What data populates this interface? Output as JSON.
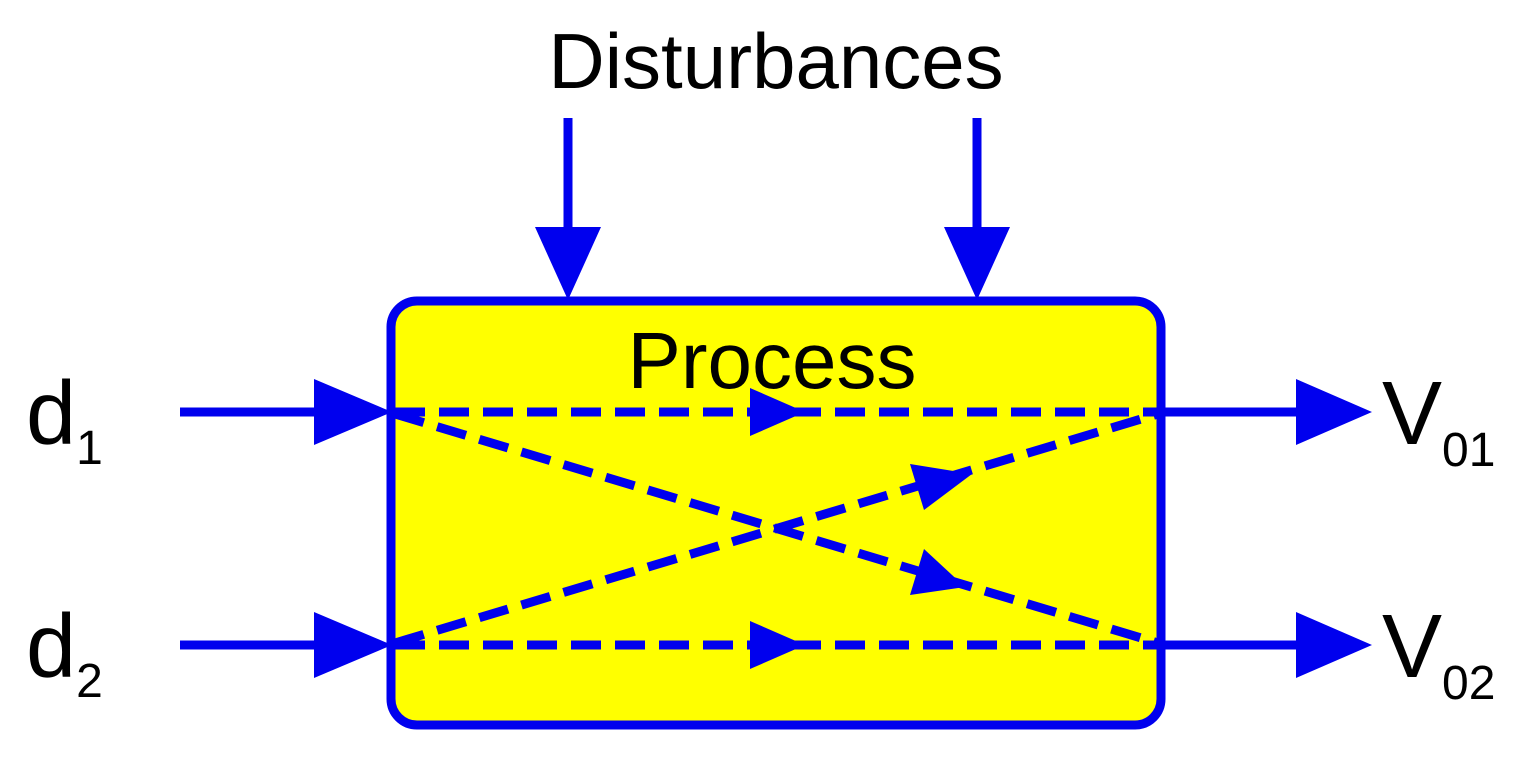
{
  "title": "Disturbances",
  "process": {
    "label": "Process"
  },
  "inputs": [
    {
      "base": "d",
      "sub": "1"
    },
    {
      "base": "d",
      "sub": "2"
    }
  ],
  "outputs": [
    {
      "base": "V",
      "sub": "01"
    },
    {
      "base": "V",
      "sub": "02"
    }
  ],
  "colors": {
    "line": "#0000ee",
    "box_fill": "#ffff00",
    "text": "#000000",
    "background": "#ffffff"
  }
}
